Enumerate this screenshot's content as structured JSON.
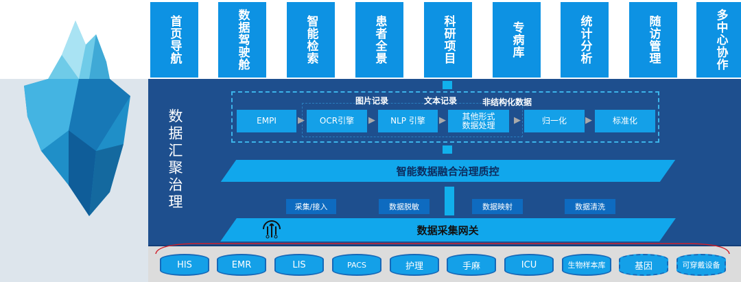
{
  "top_nav": [
    "首页导航",
    "数据驾驶舱",
    "智能检索",
    "患者全景",
    "科研项目",
    "专病库",
    "统计分析",
    "随访管理",
    "多中心协作"
  ],
  "section_title": "数据汇聚治理",
  "record_labels": [
    "图片记录",
    "文本记录",
    "非结构化数据"
  ],
  "pipeline": [
    "EMPI",
    "OCR引擎",
    "NLP 引擎",
    "其他形式数据处理",
    "归一化",
    "标准化"
  ],
  "fusion_layer": "智能数据融合治理质控",
  "ops": [
    "采集/接入",
    "数据脱敏",
    "数据映射",
    "数据清洗"
  ],
  "gateway": "数据采集网关",
  "sources": [
    {
      "label": "HIS",
      "dashed": false
    },
    {
      "label": "EMR",
      "dashed": false
    },
    {
      "label": "LIS",
      "dashed": false
    },
    {
      "label": "PACS",
      "dashed": false
    },
    {
      "label": "护理",
      "dashed": false
    },
    {
      "label": "手麻",
      "dashed": false
    },
    {
      "label": "ICU",
      "dashed": false
    },
    {
      "label": "生物样本库",
      "dashed": false
    },
    {
      "label": "基因",
      "dashed": true
    },
    {
      "label": "可穿戴设备",
      "dashed": true
    }
  ]
}
